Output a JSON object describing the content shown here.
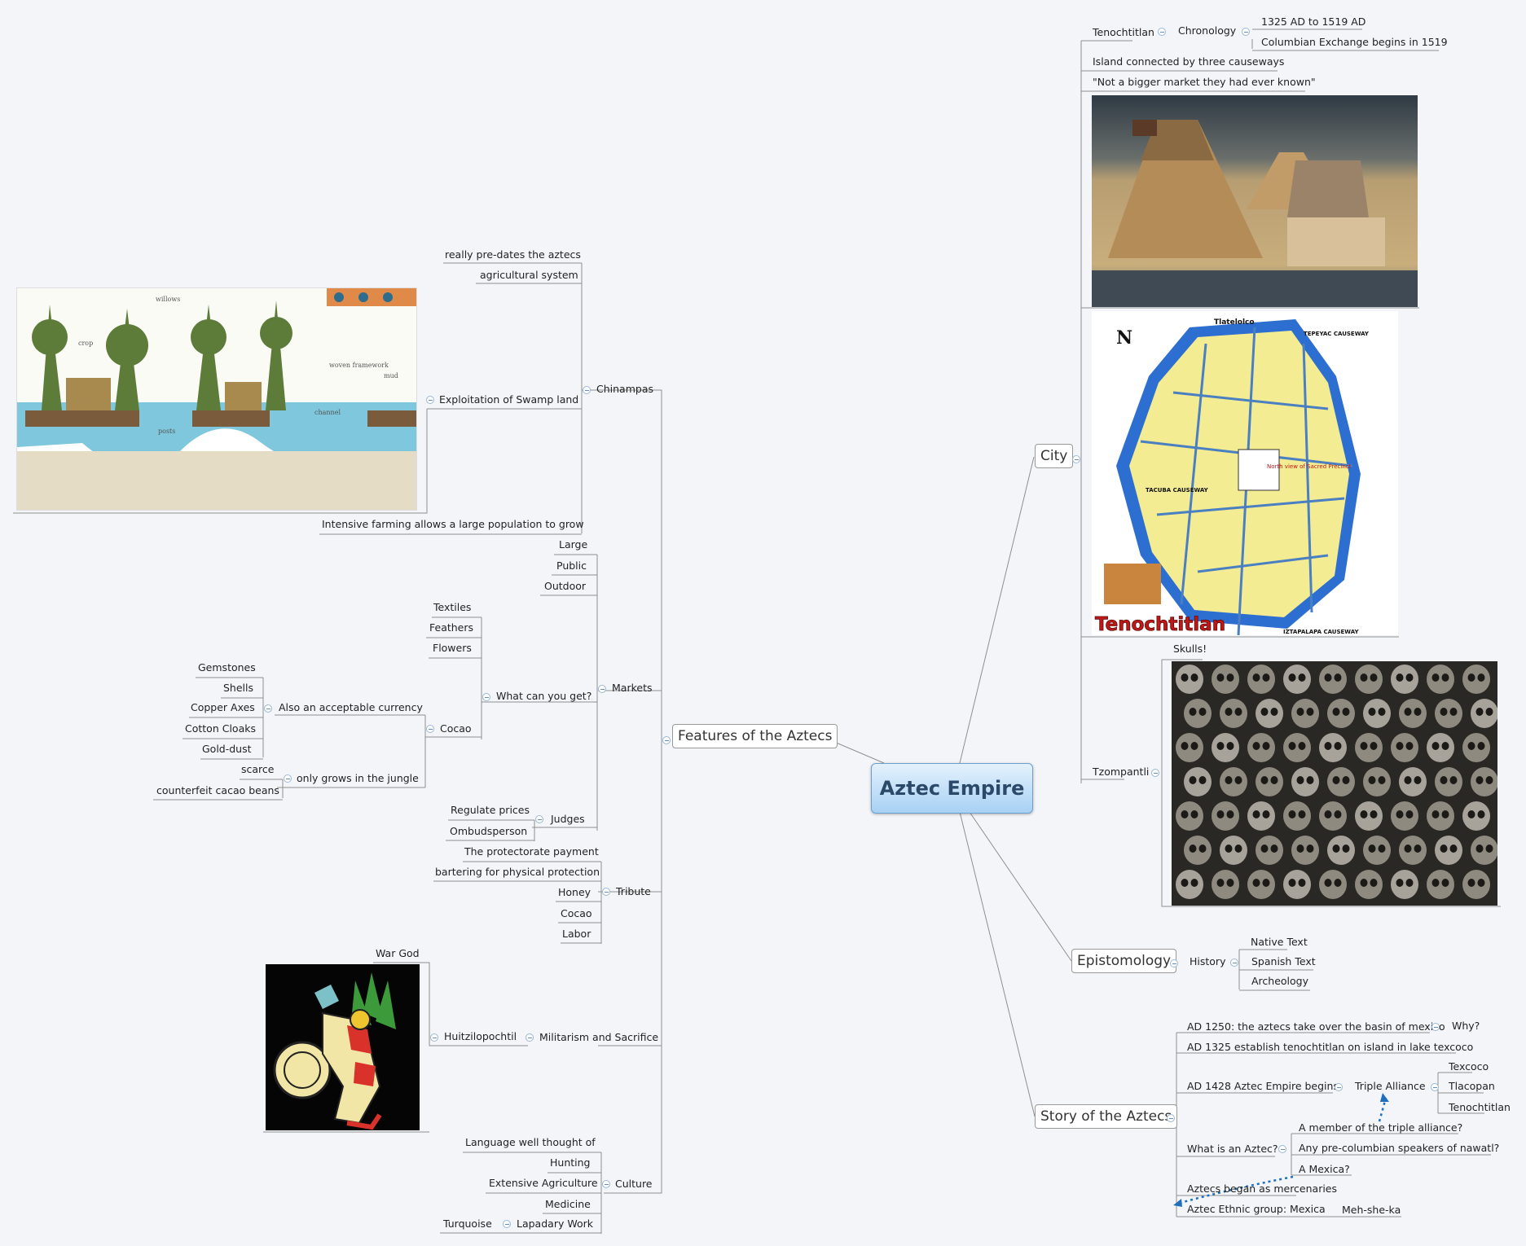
{
  "root": {
    "label": "Aztec Empire"
  },
  "features": {
    "label": "Features of the Aztecs",
    "chinampas": {
      "label": "Chinampas",
      "items": [
        "really pre-dates the aztecs",
        "agricultural system",
        "Exploitation of Swamp land",
        "Intensive farming allows a large population to grow"
      ],
      "image": {
        "labels": [
          "willows",
          "crop",
          "woven framework",
          "mud",
          "channel",
          "posts"
        ]
      }
    },
    "markets": {
      "label": "Markets",
      "items": [
        "Large",
        "Public",
        "Outdoor"
      ],
      "what": {
        "label": "What can you get?",
        "items": [
          "Textiles",
          "Feathers",
          "Flowers"
        ],
        "cocao": {
          "label": "Cocao",
          "currency": {
            "label": "Also an acceptable currency",
            "items": [
              "Gemstones",
              "Shells",
              "Copper Axes",
              "Cotton Cloaks",
              "Gold-dust"
            ]
          },
          "jungle": {
            "label": "only grows in the jungle",
            "items": [
              "scarce",
              "counterfeit cacao beans"
            ]
          }
        }
      },
      "judges": {
        "label": "Judges",
        "items": [
          "Regulate prices",
          "Ombudsperson"
        ]
      }
    },
    "tribute": {
      "label": "Tribute",
      "items": [
        "The protectorate payment",
        "bartering for physical protection",
        "Honey",
        "Cocao",
        "Labor"
      ]
    },
    "militarism": {
      "label": "Militarism and Sacrifice",
      "huitz": {
        "label": "Huitzilopochtil",
        "war_god": "War God"
      }
    },
    "culture": {
      "label": "Culture",
      "items": [
        "Language well thought of",
        "Hunting",
        "Extensive Agriculture",
        "Medicine"
      ],
      "lapadary": {
        "label": "Lapadary Work",
        "items": [
          "Turquoise"
        ]
      }
    }
  },
  "city": {
    "label": "City",
    "tenochtitlan": {
      "label": "Tenochtitlan",
      "chronology": {
        "label": "Chronology",
        "items": [
          "1325 AD to 1519 AD",
          "Columbian Exchange begins in 1519"
        ]
      }
    },
    "items": [
      "Island connected by three causeways",
      "\"Not a bigger market they had ever known\""
    ],
    "map": {
      "title": "Tenochtitlan",
      "labels": {
        "north": "N",
        "tlatelolco": "Tlatelolco",
        "tepeyac": "TEPEYAC CAUSEWAY",
        "tacuba": "TACUBA CAUSEWAY",
        "iztapalapa": "IZTAPALAPA CAUSEWAY",
        "sacred": "North view of Sacred Precinct"
      }
    },
    "tzompantli": {
      "label": "Tzompantli",
      "skulls": "Skulls!"
    }
  },
  "epistomology": {
    "label": "Epistomology",
    "history": {
      "label": "History",
      "items": [
        "Native Text",
        "Spanish Text",
        "Archeology"
      ]
    }
  },
  "story": {
    "label": "Story of the Aztecs",
    "ad1250": {
      "label": "AD 1250: the aztecs take over the basin of mexico",
      "why": "Why?"
    },
    "ad1325": "AD 1325 establish tenochtitlan on island in lake texcoco",
    "ad1428": {
      "label": "AD 1428 Aztec Empire begins",
      "triple": {
        "label": "Triple Alliance",
        "items": [
          "Texcoco",
          "Tlacopan",
          "Tenochtitlan"
        ]
      }
    },
    "what_is": {
      "label": "What is an Aztec?",
      "items": [
        "A member of the triple alliance?",
        "Any pre-columbian speakers of nawatl?",
        "A Mexica?"
      ]
    },
    "mercenaries": "Aztecs began as mercenaries",
    "ethnic": {
      "label": "Aztec Ethnic group: Mexica",
      "pron": "Meh-she-ka"
    }
  },
  "colors": {
    "line": "#8f8f8f",
    "relation": "#1f6fbf",
    "root_fill": "#a8d1f4",
    "canvas": "#f3f5f9"
  }
}
